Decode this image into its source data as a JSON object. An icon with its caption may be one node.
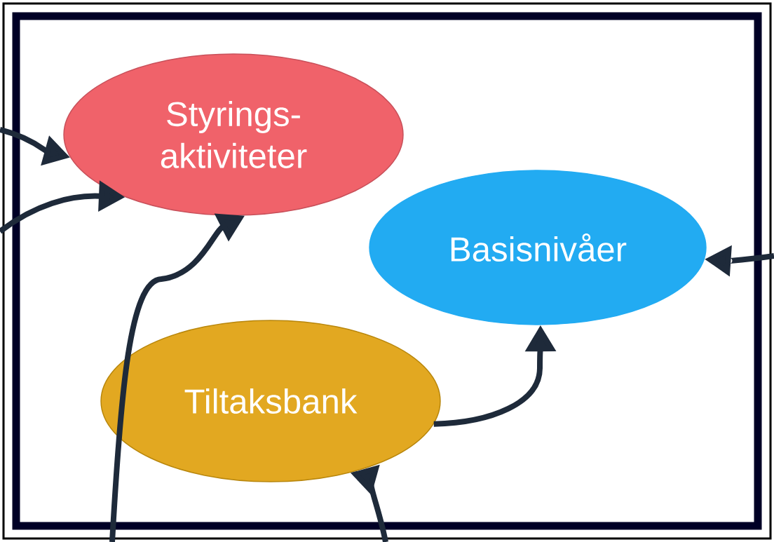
{
  "diagram": {
    "nodes": [
      {
        "text": [
          "Styrings- aktiviteter"
        ]
      },
      {
        "text": [
          "Basisnivåer"
        ]
      },
      {
        "text": [
          "Tiltaksbank"
        ]
      }
    ],
    "edges": [
      {
        "from": null,
        "to": 0,
        "arrow": "to"
      },
      {
        "from": null,
        "to": 0,
        "arrow": "to"
      },
      {
        "from": null,
        "to": 0,
        "arrow": "to"
      },
      {
        "from": null,
        "to": 1,
        "arrow": "to"
      },
      {
        "from": 2,
        "to": 1,
        "arrow": "to"
      },
      {
        "from": null,
        "to": 2,
        "arrow": "to"
      }
    ]
  }
}
